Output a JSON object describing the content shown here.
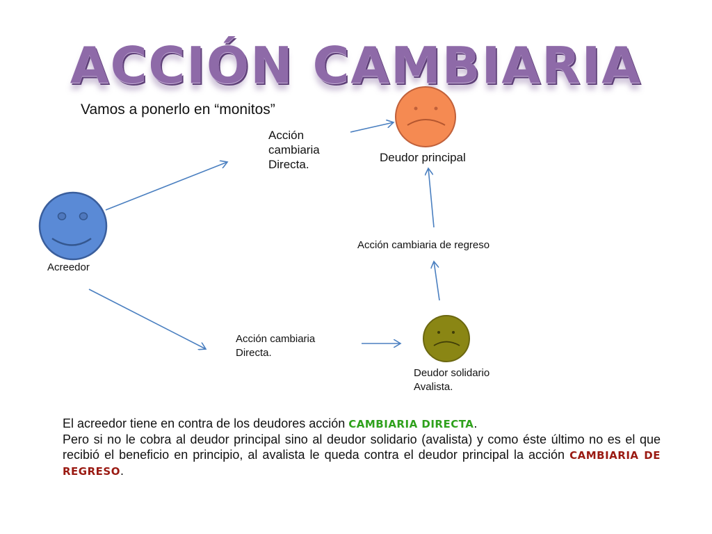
{
  "title": "ACCIÓN CAMBIARIA",
  "subtitle": "Vamos a ponerlo en “monitos”",
  "nodes": {
    "acreedor": {
      "label": "Acreedor",
      "color": "#5a8ad6",
      "expression": "happy"
    },
    "deudor_principal": {
      "label": "Deudor principal",
      "color": "#f58a52",
      "expression": "sad"
    },
    "deudor_solidario": {
      "label_line1": "Deudor solidario",
      "label_line2": "Avalista.",
      "color": "#8a8614",
      "expression": "sad"
    }
  },
  "edges": {
    "directa_top": {
      "line1": "Acción",
      "line2": "cambiaria",
      "line3": "Directa."
    },
    "regreso": {
      "label": "Acción cambiaria de regreso"
    },
    "directa_bottom": {
      "line1": "Acción cambiaria",
      "line2": "Directa."
    }
  },
  "arrow_color": "#4a7fc0",
  "paragraph": {
    "line1_text": "El acreedor tiene en contra de los deudores acción ",
    "line1_highlight": "CAMBIARIA DIRECTA",
    "line1_end": ".",
    "line2_text": "Pero si no le cobra al deudor principal sino al deudor solidario (avalista) y como éste último no es el que recibió el beneficio en principio,  al avalista  le queda contra el deudor principal la acción ",
    "line2_highlight": "CAMBIARIA DE REGRESO",
    "line2_end": ".",
    "highlight_green": "#2fa11c",
    "highlight_red": "#9a1a12"
  }
}
